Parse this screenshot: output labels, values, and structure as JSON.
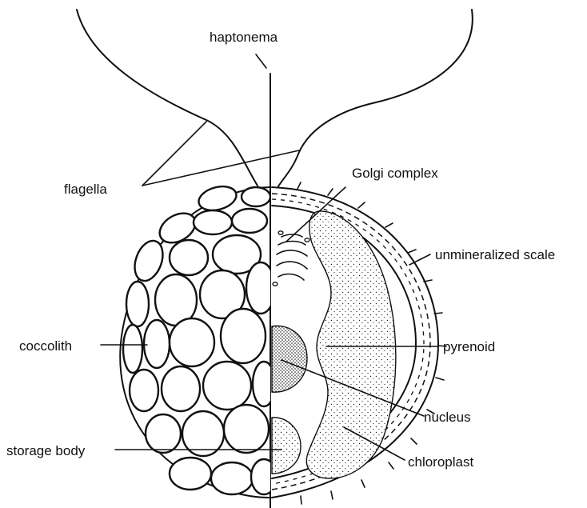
{
  "labels": {
    "haptonema": "haptonema",
    "flagella": "flagella",
    "golgi_complex": "Golgi complex",
    "unmineralized_scale": "unmineralized scale",
    "coccolith": "coccolith",
    "pyrenoid": "pyrenoid",
    "nucleus": "nucleus",
    "storage_body": "storage body",
    "chloroplast": "chloroplast"
  }
}
